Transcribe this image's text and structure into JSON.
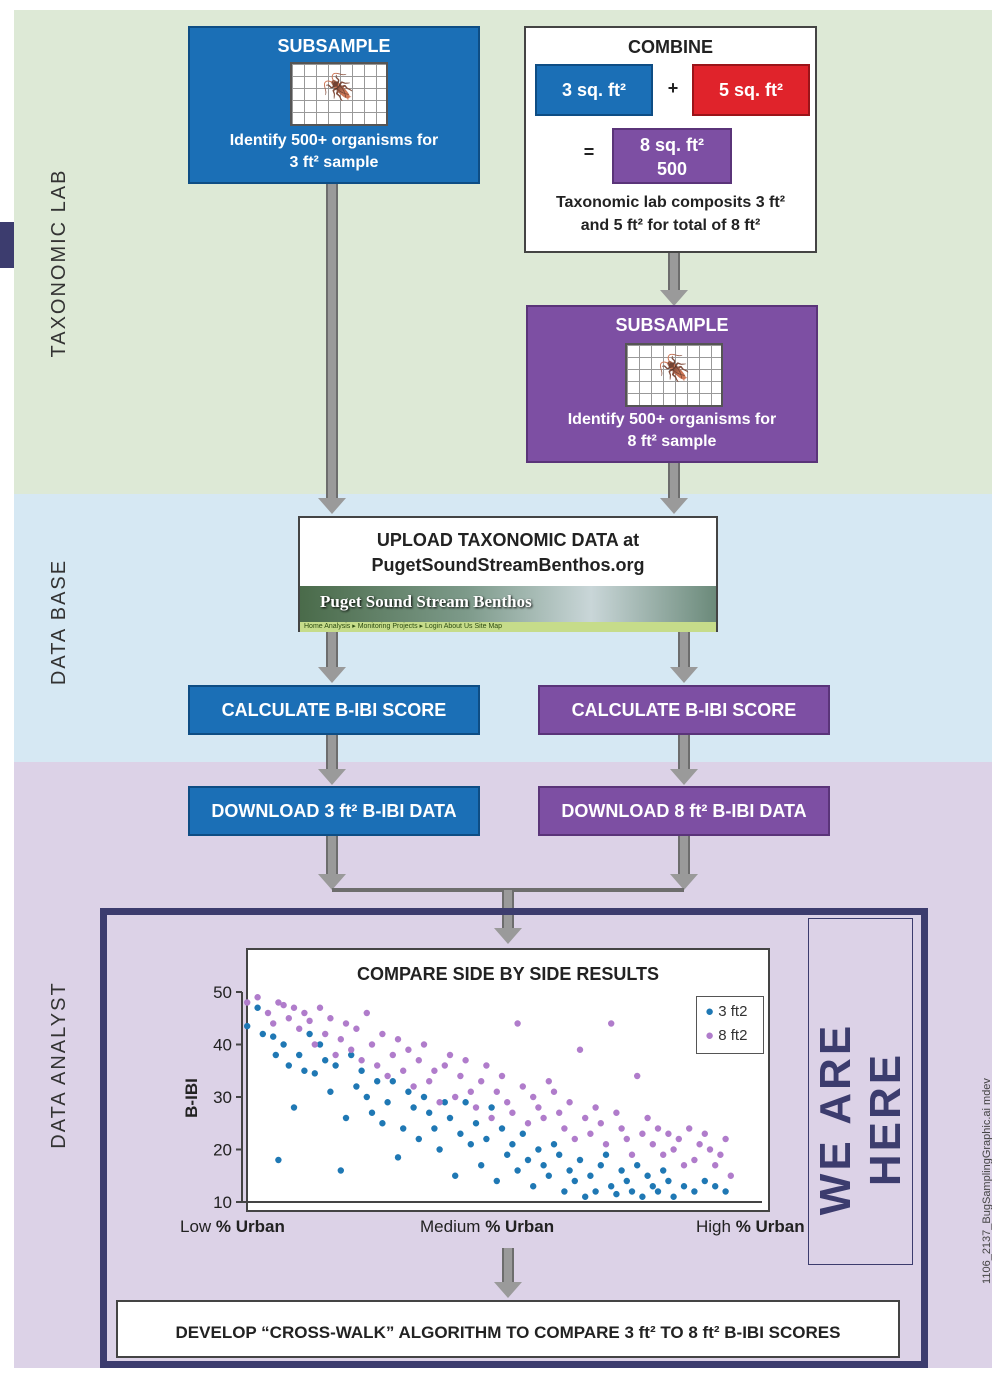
{
  "side_labels": {
    "lab": "TAXONOMIC LAB",
    "db": "DATA BASE",
    "analyst": "DATA ANALYST"
  },
  "subsample_3": {
    "title": "SUBSAMPLE",
    "line1": "Identify  500+ organisms for",
    "line2": "3 ft² sample"
  },
  "combine": {
    "title": "COMBINE",
    "left": "3 sq. ft²",
    "plus": "+",
    "right": "5 sq. ft²",
    "equals": "=",
    "result_line1": "8 sq. ft²",
    "result_line2": "500",
    "desc_line1": "Taxonomic lab composits 3 ft²",
    "desc_line2": "and 5 ft² for total of  8 ft²"
  },
  "subsample_8": {
    "title": "SUBSAMPLE",
    "line1": "Identify 500+ organisms for",
    "line2": "8 ft² sample"
  },
  "upload": {
    "line1": "UPLOAD TAXONOMIC DATA at",
    "line2": "PugetSoundStreamBenthos.org",
    "banner_title": "Puget Sound Stream Benthos",
    "nav": "Home  Analysis ▸  Monitoring Projects ▸  Login  About Us  Site Map"
  },
  "calc_left": "CALCULATE B-IBI SCORE",
  "calc_right": "CALCULATE B-IBI SCORE",
  "download_left": "DOWNLOAD 3 ft² B-IBI DATA",
  "download_right": "DOWNLOAD 8 ft² B-IBI DATA",
  "we_are_here": "WE ARE HERE",
  "develop": "DEVELOP “CROSS-WALK” ALGORITHM TO COMPARE 3 ft² TO 8 ft² B-IBI SCORES",
  "footer_note": "1106_2137_BugSamplingGraphic.ai mdev",
  "colors": {
    "blue": "#1b6fb6",
    "purple": "#7d4fa3",
    "red": "#e0232b",
    "navy": "#3c3c6e",
    "dot_blue": "#1f78b4",
    "dot_purple": "#b07ccb"
  },
  "chart_data": {
    "type": "scatter",
    "title": "COMPARE SIDE BY SIDE RESULTS",
    "ylabel": "B-IBI",
    "ylim": [
      10,
      50
    ],
    "yticks": [
      50,
      40,
      30,
      20,
      10
    ],
    "xlim": [
      0,
      100
    ],
    "x_tick_labels": [
      {
        "pre": "Low ",
        "bold": "% Urban"
      },
      {
        "pre": "Medium ",
        "bold": "% Urban"
      },
      {
        "pre": "High ",
        "bold": "% Urban"
      }
    ],
    "legend": [
      "3 ft2",
      "8 ft2"
    ],
    "legend_position": "top-right",
    "series": [
      {
        "name": "3 ft2",
        "points": [
          [
            1,
            43.5
          ],
          [
            3,
            47
          ],
          [
            4,
            42
          ],
          [
            6,
            41.5
          ],
          [
            6.5,
            38
          ],
          [
            7,
            18
          ],
          [
            8,
            40
          ],
          [
            9,
            36
          ],
          [
            10,
            28
          ],
          [
            11,
            38
          ],
          [
            12,
            35
          ],
          [
            13,
            42
          ],
          [
            14,
            34.5
          ],
          [
            15,
            40
          ],
          [
            16,
            37
          ],
          [
            17,
            31
          ],
          [
            18,
            36
          ],
          [
            19,
            16
          ],
          [
            20,
            26
          ],
          [
            21,
            38
          ],
          [
            22,
            32
          ],
          [
            23,
            35
          ],
          [
            24,
            30
          ],
          [
            25,
            27
          ],
          [
            26,
            33
          ],
          [
            27,
            25
          ],
          [
            28,
            29
          ],
          [
            29,
            33
          ],
          [
            30,
            18.5
          ],
          [
            31,
            24
          ],
          [
            32,
            31
          ],
          [
            33,
            28
          ],
          [
            34,
            22
          ],
          [
            35,
            30
          ],
          [
            36,
            27
          ],
          [
            37,
            24
          ],
          [
            38,
            20
          ],
          [
            39,
            29
          ],
          [
            40,
            26
          ],
          [
            41,
            15
          ],
          [
            42,
            23
          ],
          [
            43,
            29
          ],
          [
            44,
            21
          ],
          [
            45,
            25
          ],
          [
            46,
            17
          ],
          [
            47,
            22
          ],
          [
            48,
            28
          ],
          [
            49,
            14
          ],
          [
            50,
            24
          ],
          [
            51,
            19
          ],
          [
            52,
            21
          ],
          [
            53,
            16
          ],
          [
            54,
            23
          ],
          [
            55,
            18
          ],
          [
            56,
            13
          ],
          [
            57,
            20
          ],
          [
            58,
            17
          ],
          [
            59,
            15
          ],
          [
            60,
            21
          ],
          [
            61,
            19
          ],
          [
            62,
            12
          ],
          [
            63,
            16
          ],
          [
            64,
            14
          ],
          [
            65,
            18
          ],
          [
            66,
            11
          ],
          [
            67,
            15
          ],
          [
            68,
            12
          ],
          [
            69,
            17
          ],
          [
            70,
            19
          ],
          [
            71,
            13
          ],
          [
            72,
            11.5
          ],
          [
            73,
            16
          ],
          [
            74,
            14
          ],
          [
            75,
            12
          ],
          [
            76,
            17
          ],
          [
            77,
            11
          ],
          [
            78,
            15
          ],
          [
            79,
            13
          ],
          [
            80,
            12
          ],
          [
            81,
            16
          ],
          [
            82,
            14
          ],
          [
            83,
            11
          ],
          [
            85,
            13
          ],
          [
            87,
            12
          ],
          [
            89,
            14
          ],
          [
            91,
            13
          ],
          [
            93,
            12
          ]
        ]
      },
      {
        "name": "8 ft2",
        "points": [
          [
            1,
            48
          ],
          [
            3,
            49
          ],
          [
            5,
            46
          ],
          [
            6,
            44
          ],
          [
            7,
            48
          ],
          [
            8,
            47.5
          ],
          [
            9,
            45
          ],
          [
            10,
            47
          ],
          [
            11,
            43
          ],
          [
            12,
            46
          ],
          [
            13,
            44.5
          ],
          [
            14,
            40
          ],
          [
            15,
            47
          ],
          [
            16,
            42
          ],
          [
            17,
            45
          ],
          [
            18,
            38
          ],
          [
            19,
            41
          ],
          [
            20,
            44
          ],
          [
            21,
            39
          ],
          [
            22,
            43
          ],
          [
            23,
            37
          ],
          [
            24,
            46
          ],
          [
            25,
            40
          ],
          [
            26,
            36
          ],
          [
            27,
            42
          ],
          [
            28,
            34
          ],
          [
            29,
            38
          ],
          [
            30,
            41
          ],
          [
            31,
            35
          ],
          [
            32,
            39
          ],
          [
            33,
            32
          ],
          [
            34,
            37
          ],
          [
            35,
            40
          ],
          [
            36,
            33
          ],
          [
            37,
            35
          ],
          [
            38,
            29
          ],
          [
            39,
            36
          ],
          [
            40,
            38
          ],
          [
            41,
            30
          ],
          [
            42,
            34
          ],
          [
            43,
            37
          ],
          [
            44,
            31
          ],
          [
            45,
            28
          ],
          [
            46,
            33
          ],
          [
            47,
            36
          ],
          [
            48,
            26
          ],
          [
            49,
            31
          ],
          [
            50,
            34
          ],
          [
            51,
            29
          ],
          [
            52,
            27
          ],
          [
            53,
            44
          ],
          [
            54,
            32
          ],
          [
            55,
            25
          ],
          [
            56,
            30
          ],
          [
            57,
            28
          ],
          [
            58,
            26
          ],
          [
            59,
            33
          ],
          [
            60,
            31
          ],
          [
            61,
            27
          ],
          [
            62,
            24
          ],
          [
            63,
            29
          ],
          [
            64,
            22
          ],
          [
            65,
            39
          ],
          [
            66,
            26
          ],
          [
            67,
            23
          ],
          [
            68,
            28
          ],
          [
            69,
            25
          ],
          [
            70,
            21
          ],
          [
            71,
            44
          ],
          [
            72,
            27
          ],
          [
            73,
            24
          ],
          [
            74,
            22
          ],
          [
            75,
            19
          ],
          [
            76,
            34
          ],
          [
            77,
            23
          ],
          [
            78,
            26
          ],
          [
            79,
            21
          ],
          [
            80,
            24
          ],
          [
            81,
            19
          ],
          [
            82,
            23
          ],
          [
            83,
            20
          ],
          [
            84,
            22
          ],
          [
            85,
            17
          ],
          [
            86,
            24
          ],
          [
            87,
            18
          ],
          [
            88,
            21
          ],
          [
            89,
            23
          ],
          [
            90,
            20
          ],
          [
            91,
            17
          ],
          [
            92,
            19
          ],
          [
            93,
            22
          ],
          [
            94,
            15
          ]
        ]
      }
    ]
  }
}
